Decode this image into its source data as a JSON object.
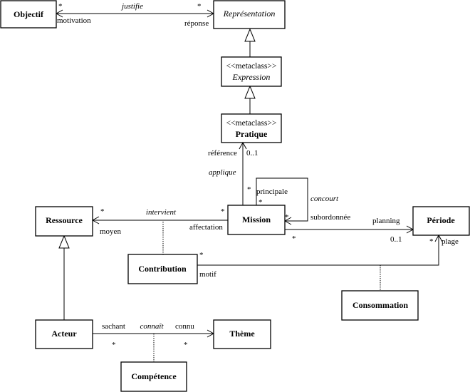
{
  "classes": {
    "objectif": "Objectif",
    "representation": "Représentation",
    "expression": {
      "stereotype": "<<metaclass>>",
      "name": "Expression"
    },
    "pratique": {
      "stereotype": "<<metaclass>>",
      "name": "Pratique"
    },
    "mission": "Mission",
    "ressource": "Ressource",
    "periode": "Période",
    "contribution": "Contribution",
    "consommation": "Consommation",
    "acteur": "Acteur",
    "theme": "Thème",
    "competence": "Compétence"
  },
  "associations": {
    "justifie": {
      "name": "justifie",
      "mult_objectif": "*",
      "role_objectif": "motivation",
      "mult_representation": "*",
      "role_representation": "réponse"
    },
    "applique": {
      "name": "applique",
      "role_pratique": "référence",
      "mult_pratique": "0..1",
      "mult_mission": "*"
    },
    "concourt": {
      "name": "concourt",
      "role_principale": "principale",
      "mult_principale": "*",
      "mult_subordonnee": "*",
      "role_subordonnee": "subordonnée"
    },
    "intervient": {
      "name": "intervient",
      "mult_ressource": "*",
      "role_ressource": "moyen",
      "mult_mission": "*",
      "role_mission": "affectation"
    },
    "planning": {
      "role_periode": "planning",
      "mult_periode": "0..1",
      "mult_mission": "*"
    },
    "contribution_plage": {
      "mult_contribution": "*",
      "role_contribution": "motif",
      "mult_periode": "*",
      "role_periode": "plage"
    },
    "connait": {
      "name": "connaît",
      "role_acteur": "sachant",
      "mult_acteur": "*",
      "role_theme": "connu",
      "mult_theme": "*"
    }
  }
}
